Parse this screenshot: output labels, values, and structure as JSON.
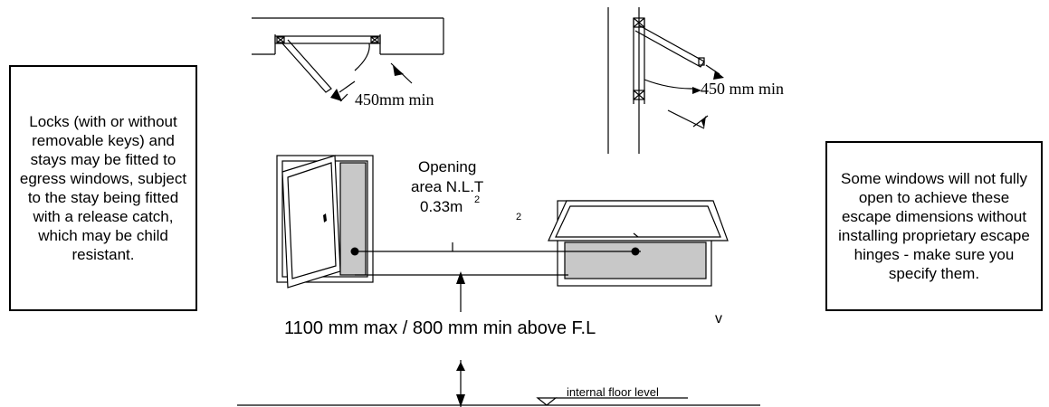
{
  "notes": {
    "left": "Locks (with or without removable keys) and stays may be fitted to egress windows, subject to the stay being fitted with a release catch, which may be child resistant.",
    "right": "Some windows will not fully open to achieve these escape dimensions without installing proprietary escape hinges - make sure you specify them."
  },
  "labels": {
    "dim_left": "450mm min",
    "dim_right": "450  mm min",
    "opening_line1": "Opening",
    "opening_line2": "area N.L.T",
    "opening_line3": "0.33m",
    "opening_sup": "2",
    "stray_2": "2",
    "height_rule": "1100 mm max / 800 mm min above F.L",
    "stray_v": "v",
    "floor_level": "internal floor level"
  }
}
